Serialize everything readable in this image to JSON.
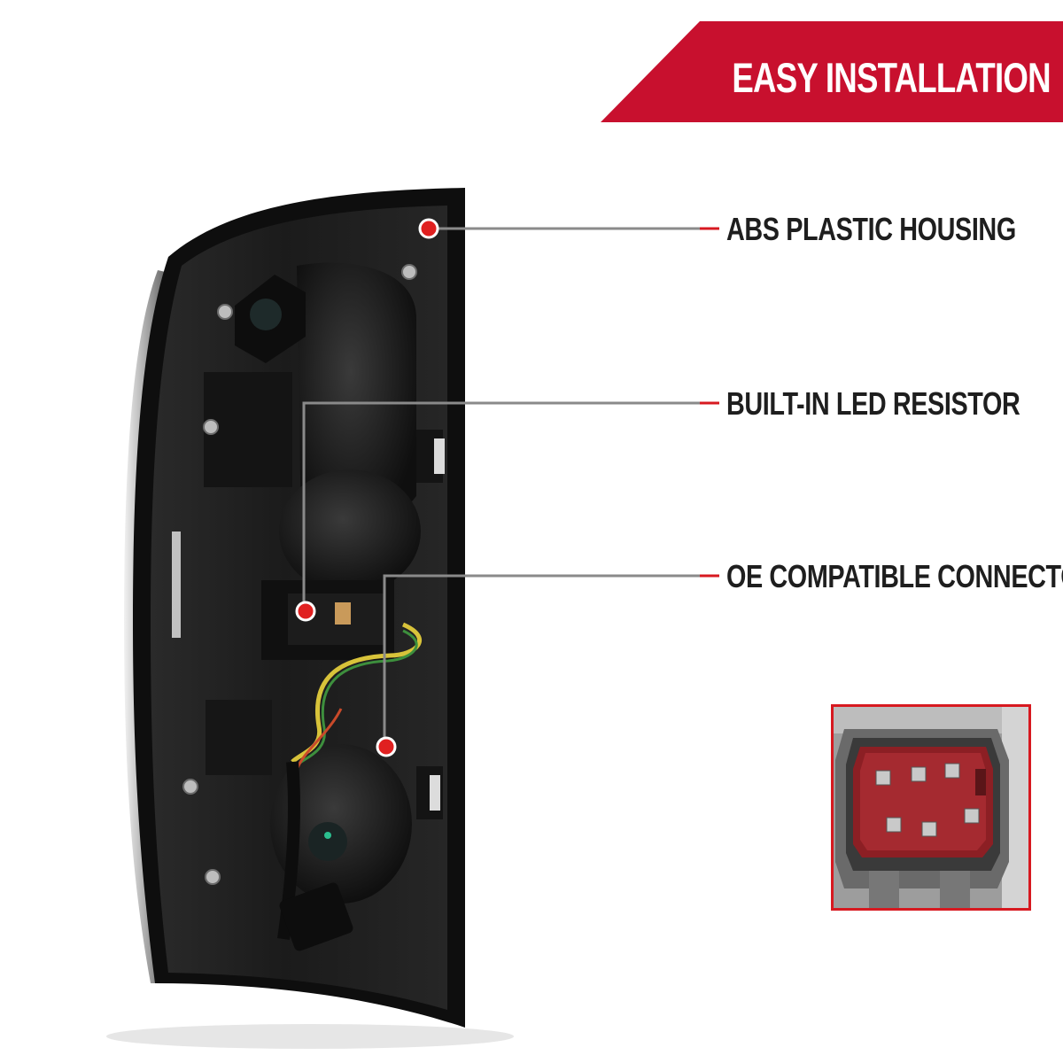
{
  "banner": {
    "title": "EASY INSTALLATION",
    "color": "#c8102e"
  },
  "callouts": [
    {
      "label": "ABS PLASTIC HOUSING"
    },
    {
      "label": "BUILT-IN LED RESISTOR"
    },
    {
      "label": "OE COMPATIBLE CONNECTOR"
    }
  ],
  "colors": {
    "accent": "#d71920",
    "leader_line": "#8a8a8a",
    "housing": "#1a1a1a",
    "text": "#1e1e1e"
  },
  "inset": {
    "subject": "connector close-up"
  }
}
